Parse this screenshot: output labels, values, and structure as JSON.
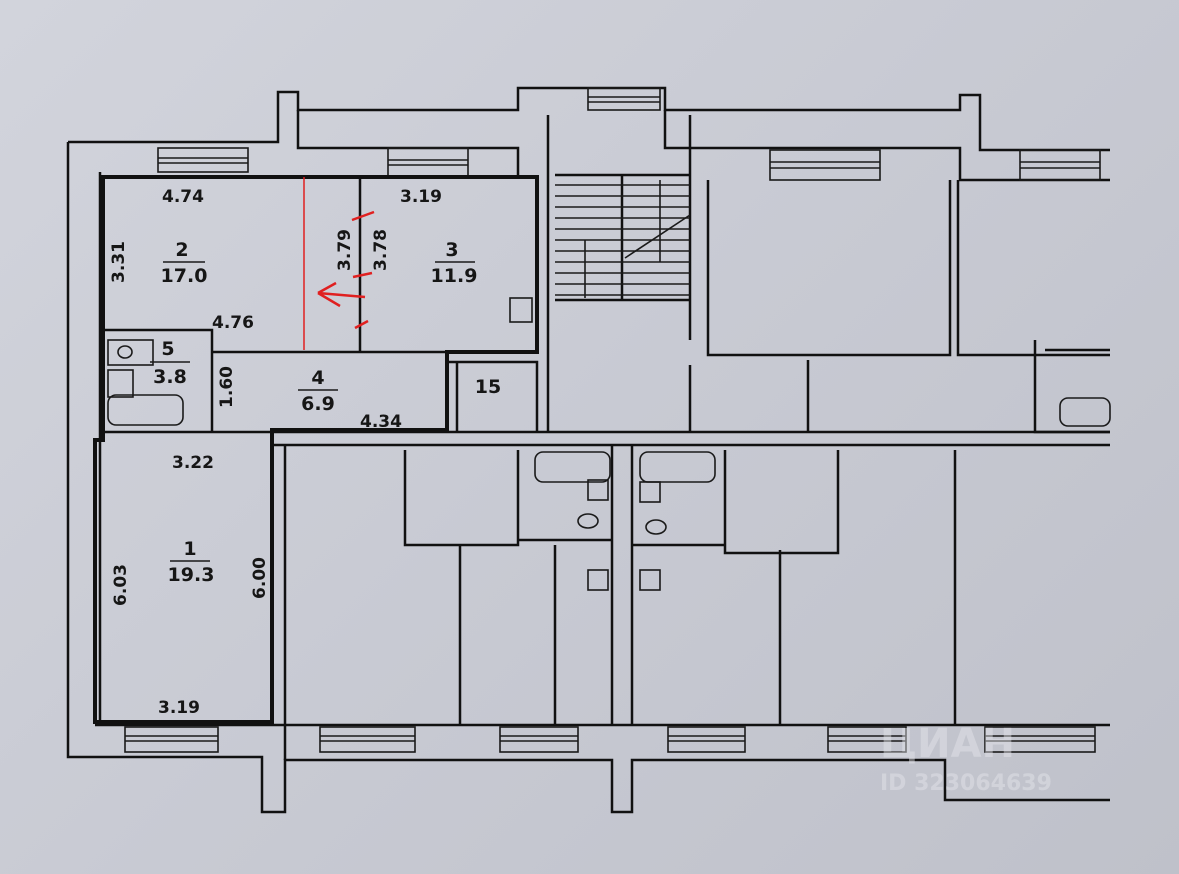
{
  "rooms": [
    {
      "number": "1",
      "area": "19.3"
    },
    {
      "number": "2",
      "area": "17.0"
    },
    {
      "number": "3",
      "area": "11.9"
    },
    {
      "number": "4",
      "area": "6.9"
    },
    {
      "number": "5",
      "area": "3.8"
    }
  ],
  "dimensions": {
    "room2_top": "4.74",
    "room2_left": "3.31",
    "room2_bottom": "4.76",
    "room2_right": "3.79",
    "room3_top": "3.19",
    "room3_left": "3.78",
    "room4_left": "1.60",
    "room4_bottom": "4.34",
    "room1_top": "3.22",
    "room1_left": "6.03",
    "room1_right": "6.00",
    "room1_bottom": "3.19"
  },
  "other_labels": {
    "closet": "15"
  },
  "watermark": {
    "brand": "ЦИАН",
    "id": "ID 323064639"
  },
  "colors": {
    "annotation": "#e02020",
    "walls": "#111111"
  }
}
